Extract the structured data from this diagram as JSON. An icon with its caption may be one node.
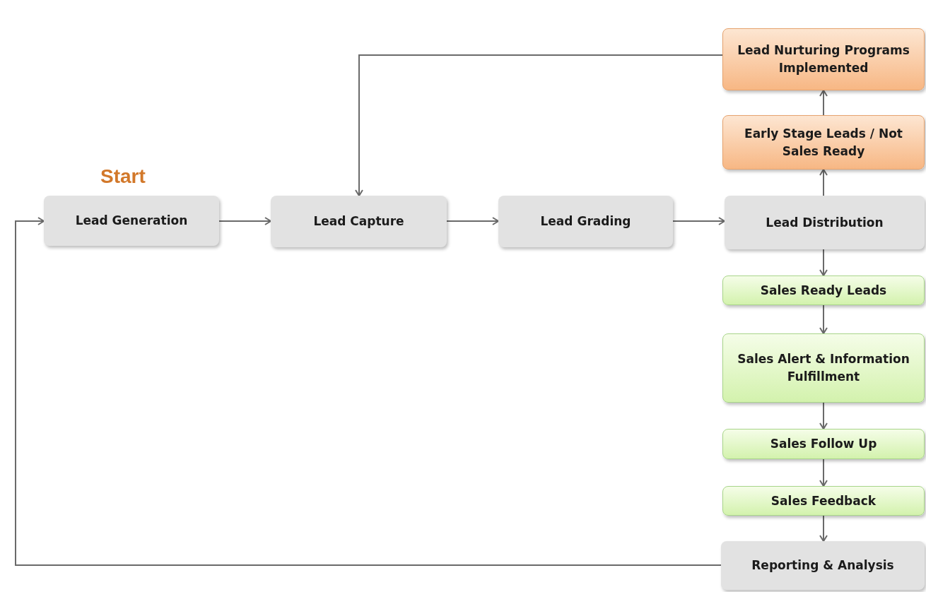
{
  "diagram": {
    "nodes": [
      {
        "text": [
          "Lead Generation"
        ]
      },
      {
        "text": [
          "Lead Capture"
        ]
      },
      {
        "text": [
          "Lead Grading"
        ]
      },
      {
        "text": [
          "Lead Distribution"
        ]
      },
      {
        "text": [
          "Lead Nurturing Programs Implemented"
        ]
      },
      {
        "text": [
          "Early Stage Leads / Not Sales Ready"
        ]
      },
      {
        "text": [
          "Sales Ready Leads"
        ]
      },
      {
        "text": [
          "Sales Alert & Information Fulfillment"
        ]
      },
      {
        "text": [
          "Sales Follow Up"
        ]
      },
      {
        "text": [
          "Sales Feedback"
        ]
      },
      {
        "text": [
          "Reporting & Analysis"
        ]
      }
    ],
    "edges": [
      {
        "from": 0,
        "to": 1,
        "arrow": "to"
      },
      {
        "from": 1,
        "to": 2,
        "arrow": "to"
      },
      {
        "from": 2,
        "to": 3,
        "arrow": "to"
      },
      {
        "from": 3,
        "to": 5,
        "arrow": "to"
      },
      {
        "from": 5,
        "to": 4,
        "arrow": "to"
      },
      {
        "from": 4,
        "to": 1,
        "arrow": "to"
      },
      {
        "from": 3,
        "to": 6,
        "arrow": "to"
      },
      {
        "from": 6,
        "to": 7,
        "arrow": "to"
      },
      {
        "from": 7,
        "to": 8,
        "arrow": "to"
      },
      {
        "from": 8,
        "to": 9,
        "arrow": "to"
      },
      {
        "from": 9,
        "to": 10,
        "arrow": "to"
      },
      {
        "from": 10,
        "to": 0,
        "arrow": "to"
      }
    ],
    "labels": [
      "Start"
    ]
  }
}
